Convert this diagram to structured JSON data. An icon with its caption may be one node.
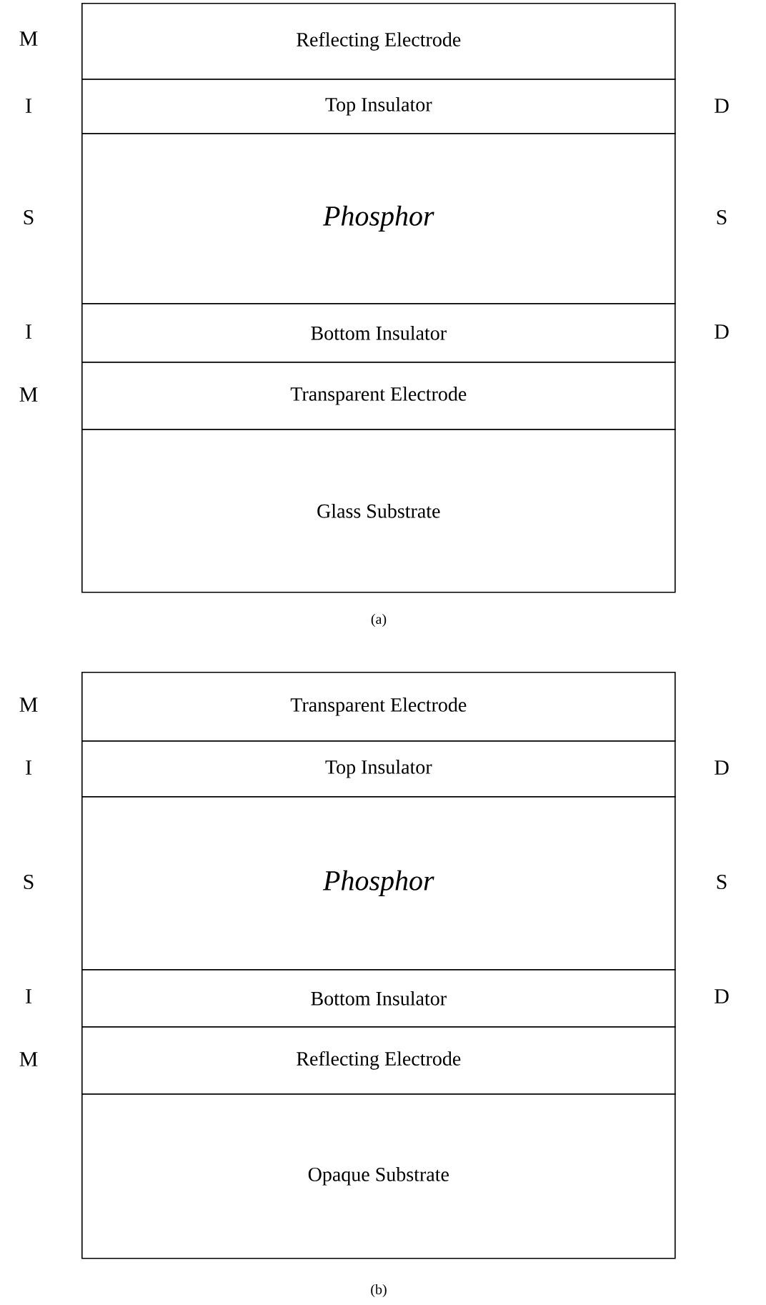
{
  "diagram": {
    "nodes": [
      {
        "text": [
          "Reflecting Electrode"
        ]
      },
      {
        "text": [
          "Top Insulator"
        ]
      },
      {
        "text": [
          "Phosphor"
        ]
      },
      {
        "text": [
          "Bottom Insulator"
        ]
      },
      {
        "text": [
          "Transparent Electrode"
        ]
      },
      {
        "text": [
          "Glass Substrate"
        ]
      },
      {
        "text": [
          "Transparent Electrode"
        ]
      },
      {
        "text": [
          "Top Insulator"
        ]
      },
      {
        "text": [
          "Phosphor"
        ]
      },
      {
        "text": [
          "Bottom Insulator"
        ]
      },
      {
        "text": [
          "Reflecting Electrode"
        ]
      },
      {
        "text": [
          "Opaque Substrate"
        ]
      }
    ],
    "labels": [
      "M",
      "I",
      "D",
      "S",
      "S",
      "I",
      "D",
      "M",
      "(a)",
      "M",
      "I",
      "D",
      "S",
      "S",
      "I",
      "D",
      "M",
      "(b)"
    ]
  }
}
